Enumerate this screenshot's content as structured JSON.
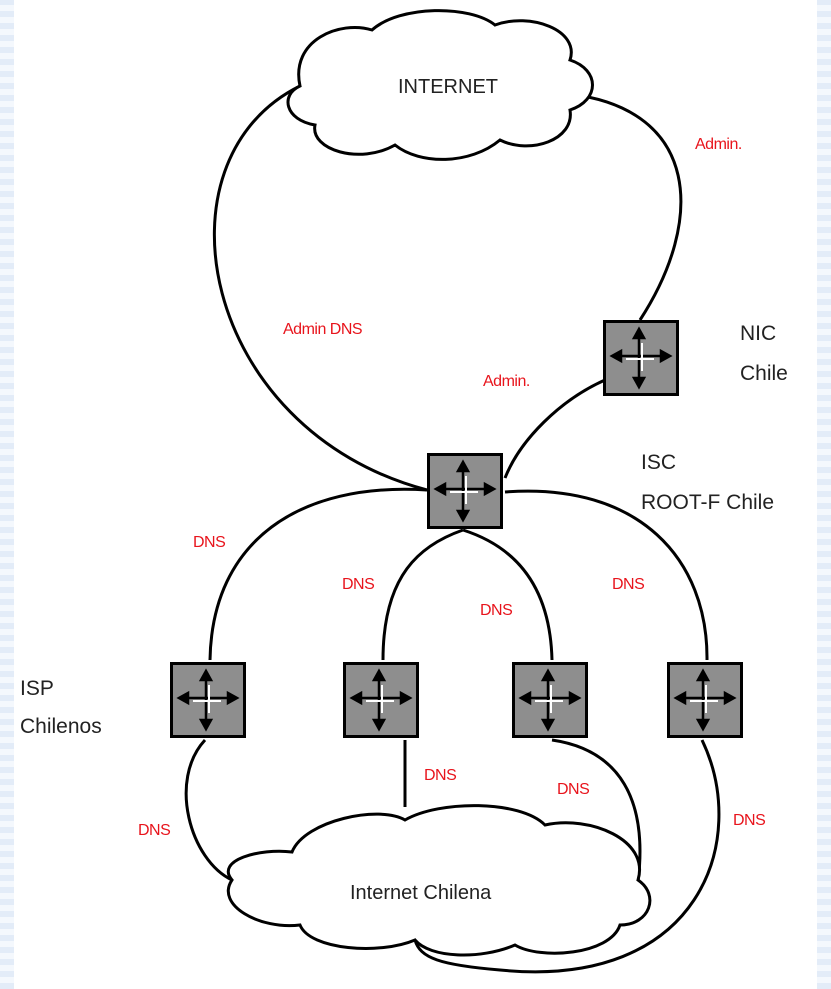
{
  "diagram": {
    "clouds": {
      "internet": "INTERNET",
      "internet_chilena": "Internet Chilena"
    },
    "nodes": {
      "nic": {
        "line1": "NIC",
        "line2": "Chile"
      },
      "isc": {
        "line1": "ISC",
        "line2": "ROOT-F Chile"
      },
      "isp": {
        "line1": "ISP",
        "line2": "Chilenos"
      }
    },
    "edge_labels": {
      "admin_internet_nic": "Admin.",
      "admin_dns_internet_isc": "Admin DNS",
      "admin_nic_isc": "Admin.",
      "dns_isc_isp1": "DNS",
      "dns_isc_isp2": "DNS",
      "dns_isc_isp3": "DNS",
      "dns_isc_isp4": "DNS",
      "dns_isp1_cloud": "DNS",
      "dns_isp2_cloud": "DNS",
      "dns_isp3_cloud": "DNS",
      "dns_isp4_cloud": "DNS"
    },
    "colors": {
      "edge_label": "#e8141c",
      "router_fill": "#8e8e8e",
      "line": "#000000",
      "text": "#222222"
    },
    "icons": {
      "router": "router-arrows-icon",
      "cloud": "cloud-icon"
    }
  }
}
